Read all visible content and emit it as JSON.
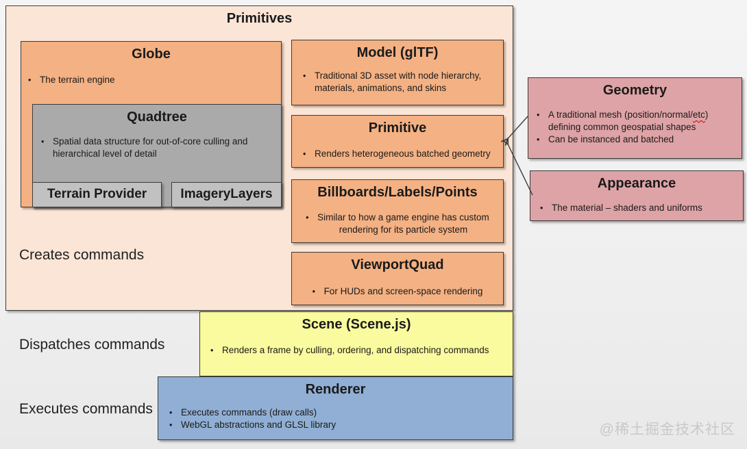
{
  "ui": {
    "bullet": "•"
  },
  "colors": {
    "peach": "#FBE5D6",
    "orange": "#F4B183",
    "gray_dark": "#AAAAAA",
    "gray_light": "#C1C1C1",
    "pink": "#DEA3A6",
    "yellow": "#FAFA9E",
    "blue": "#91AFD4",
    "border": "#3B3B3B",
    "text": "#1A1A1A",
    "watermark": "#C9C9C9",
    "squiggle": "#CC0000"
  },
  "primitives": {
    "title": "Primitives",
    "creates_label": "Creates commands"
  },
  "globe": {
    "title": "Globe",
    "bullet": "The terrain engine"
  },
  "quadtree": {
    "title": "Quadtree",
    "bullet_lines": [
      "Spatial data structure for out-of-core culling and",
      "hierarchical level of detail"
    ]
  },
  "terrain_provider": {
    "title": "Terrain Provider"
  },
  "imagery_layers": {
    "title": "ImageryLayers"
  },
  "model": {
    "title": "Model (glTF)",
    "bullet_lines": [
      "Traditional 3D asset with node hierarchy,",
      "materials, animations, and skins"
    ]
  },
  "primitive": {
    "title": "Primitive",
    "bullet": "Renders heterogeneous batched geometry"
  },
  "billboards": {
    "title": "Billboards/Labels/Points",
    "bullet_lines": [
      "Similar to how a game engine has custom",
      "rendering for its particle system"
    ]
  },
  "viewportquad": {
    "title": "ViewportQuad",
    "bullet": "For HUDs and screen-space rendering"
  },
  "geometry": {
    "title": "Geometry",
    "bullet1_pre": "A traditional mesh (position/normal/",
    "bullet1_etc": "etc",
    "bullet1_post": ")",
    "bullet1_line2": "defining common geospatial shapes",
    "bullet2": "Can be instanced and batched"
  },
  "appearance": {
    "title": "Appearance",
    "bullet": "The material – shaders and uniforms"
  },
  "scene": {
    "title": "Scene (Scene.js)",
    "bullet": "Renders a frame by culling, ordering, and dispatching commands"
  },
  "renderer": {
    "title": "Renderer",
    "bullets": [
      "Executes commands (draw calls)",
      "WebGL abstractions and GLSL library"
    ]
  },
  "labels": {
    "dispatches": "Dispatches commands",
    "executes": "Executes commands"
  },
  "watermark": "@稀土掘金技术社区"
}
